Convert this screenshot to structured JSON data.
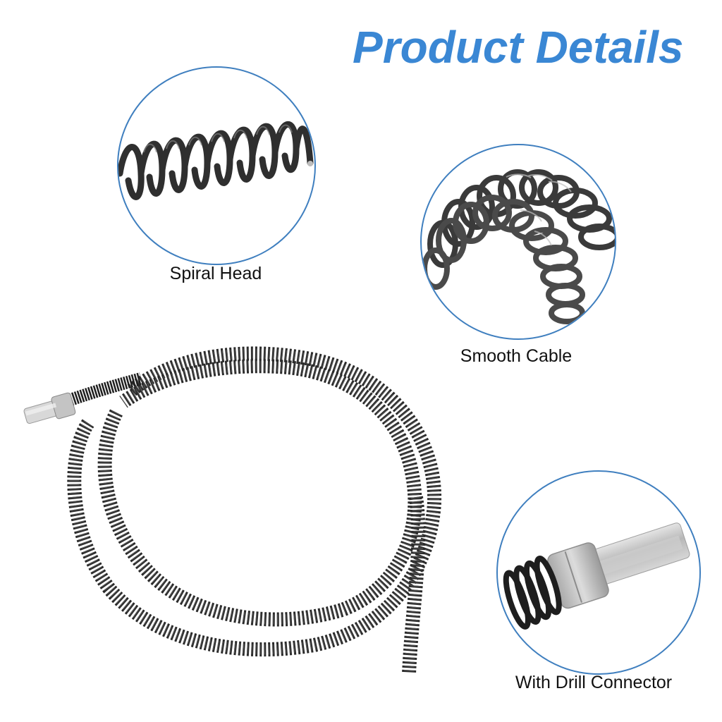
{
  "header": {
    "title": "Product Details",
    "title_color": "#3a87d4"
  },
  "details": [
    {
      "label": "Spiral Head",
      "image": "spiral-head-closeup"
    },
    {
      "label": "Smooth Cable",
      "image": "smooth-cable-closeup"
    },
    {
      "label": "With Drill Connector",
      "image": "drill-connector-closeup"
    }
  ],
  "main_image": {
    "subject": "coiled-drain-auger-cable-with-drill-connector"
  },
  "colors": {
    "circle_border": "#3f7fbf",
    "spring_dark": "#2e2e2e",
    "metal_silver": "#c8c8c8"
  }
}
